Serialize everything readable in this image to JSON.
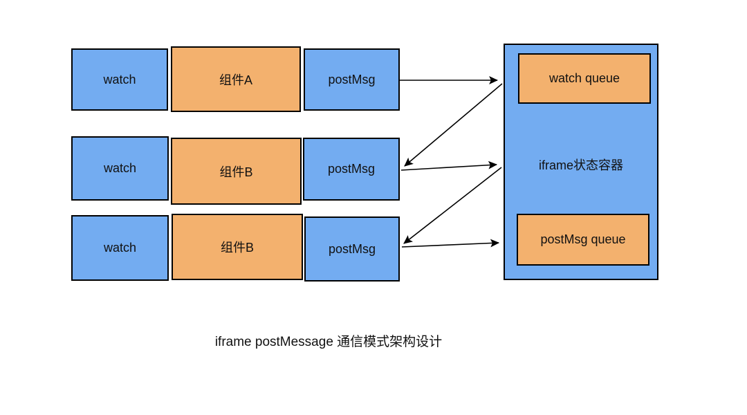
{
  "colors": {
    "background": "#FFFFFF",
    "blue": "#73ACF1",
    "orange": "#F3B16E",
    "border": "#000000",
    "text": "#111111"
  },
  "rows": [
    {
      "watch": "watch",
      "component": "组件A",
      "post": "postMsg"
    },
    {
      "watch": "watch",
      "component": "组件B",
      "post": "postMsg"
    },
    {
      "watch": "watch",
      "component": "组件B",
      "post": "postMsg"
    }
  ],
  "container": {
    "title": "iframe状态容器",
    "watch_queue": "watch queue",
    "postmsg_queue": "postMsg queue"
  },
  "caption": "iframe postMessage 通信模式架构设计"
}
